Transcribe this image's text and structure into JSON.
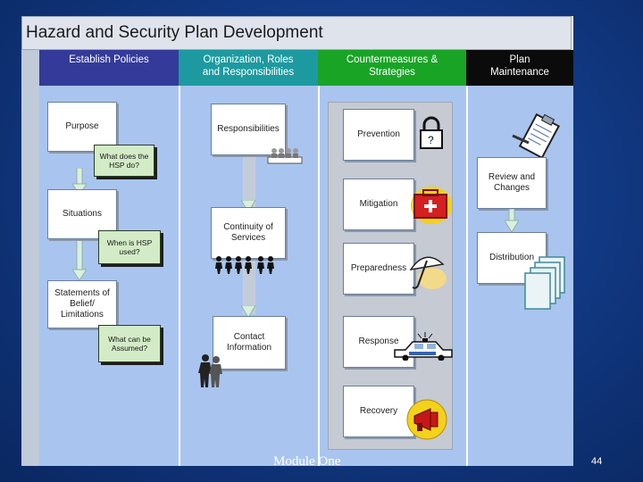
{
  "title": "Hazard and Security Plan Development",
  "columns": [
    {
      "label": "Establish Policies",
      "number": "1",
      "bg": "#333a99"
    },
    {
      "label": "Organization, Roles and Responsibilities",
      "number": "2",
      "bg": "#1d9aa0"
    },
    {
      "label": "Countermeasures & Strategies",
      "number": "3",
      "bg": "#19a426"
    },
    {
      "label": "Plan Maintenance",
      "number": "4",
      "bg": "#0b0b0b"
    }
  ],
  "policies": {
    "boxes": [
      "Purpose",
      "Situations",
      "Statements of Belief/ Limitations"
    ],
    "notes": [
      "What does the HSP do?",
      "When is HSP used?",
      "What can be Assumed?"
    ]
  },
  "organization": {
    "boxes": [
      "Responsibilities",
      "Continuity of Services",
      "Contact Information"
    ]
  },
  "countermeasures": {
    "boxes": [
      "Prevention",
      "Mitigation",
      "Preparedness",
      "Response",
      "Recovery"
    ]
  },
  "maintenance": {
    "boxes": [
      "Review and Changes",
      "Distribution"
    ]
  },
  "footer": "Module One",
  "page_number": "44",
  "icons": [
    "padlock-icon",
    "first-aid-kit-icon",
    "umbrella-icon",
    "police-car-icon",
    "megaphone-icon",
    "clipboard-icon",
    "documents-stack-icon",
    "people-row-icon",
    "people-group-icon",
    "meeting-table-icon"
  ]
}
